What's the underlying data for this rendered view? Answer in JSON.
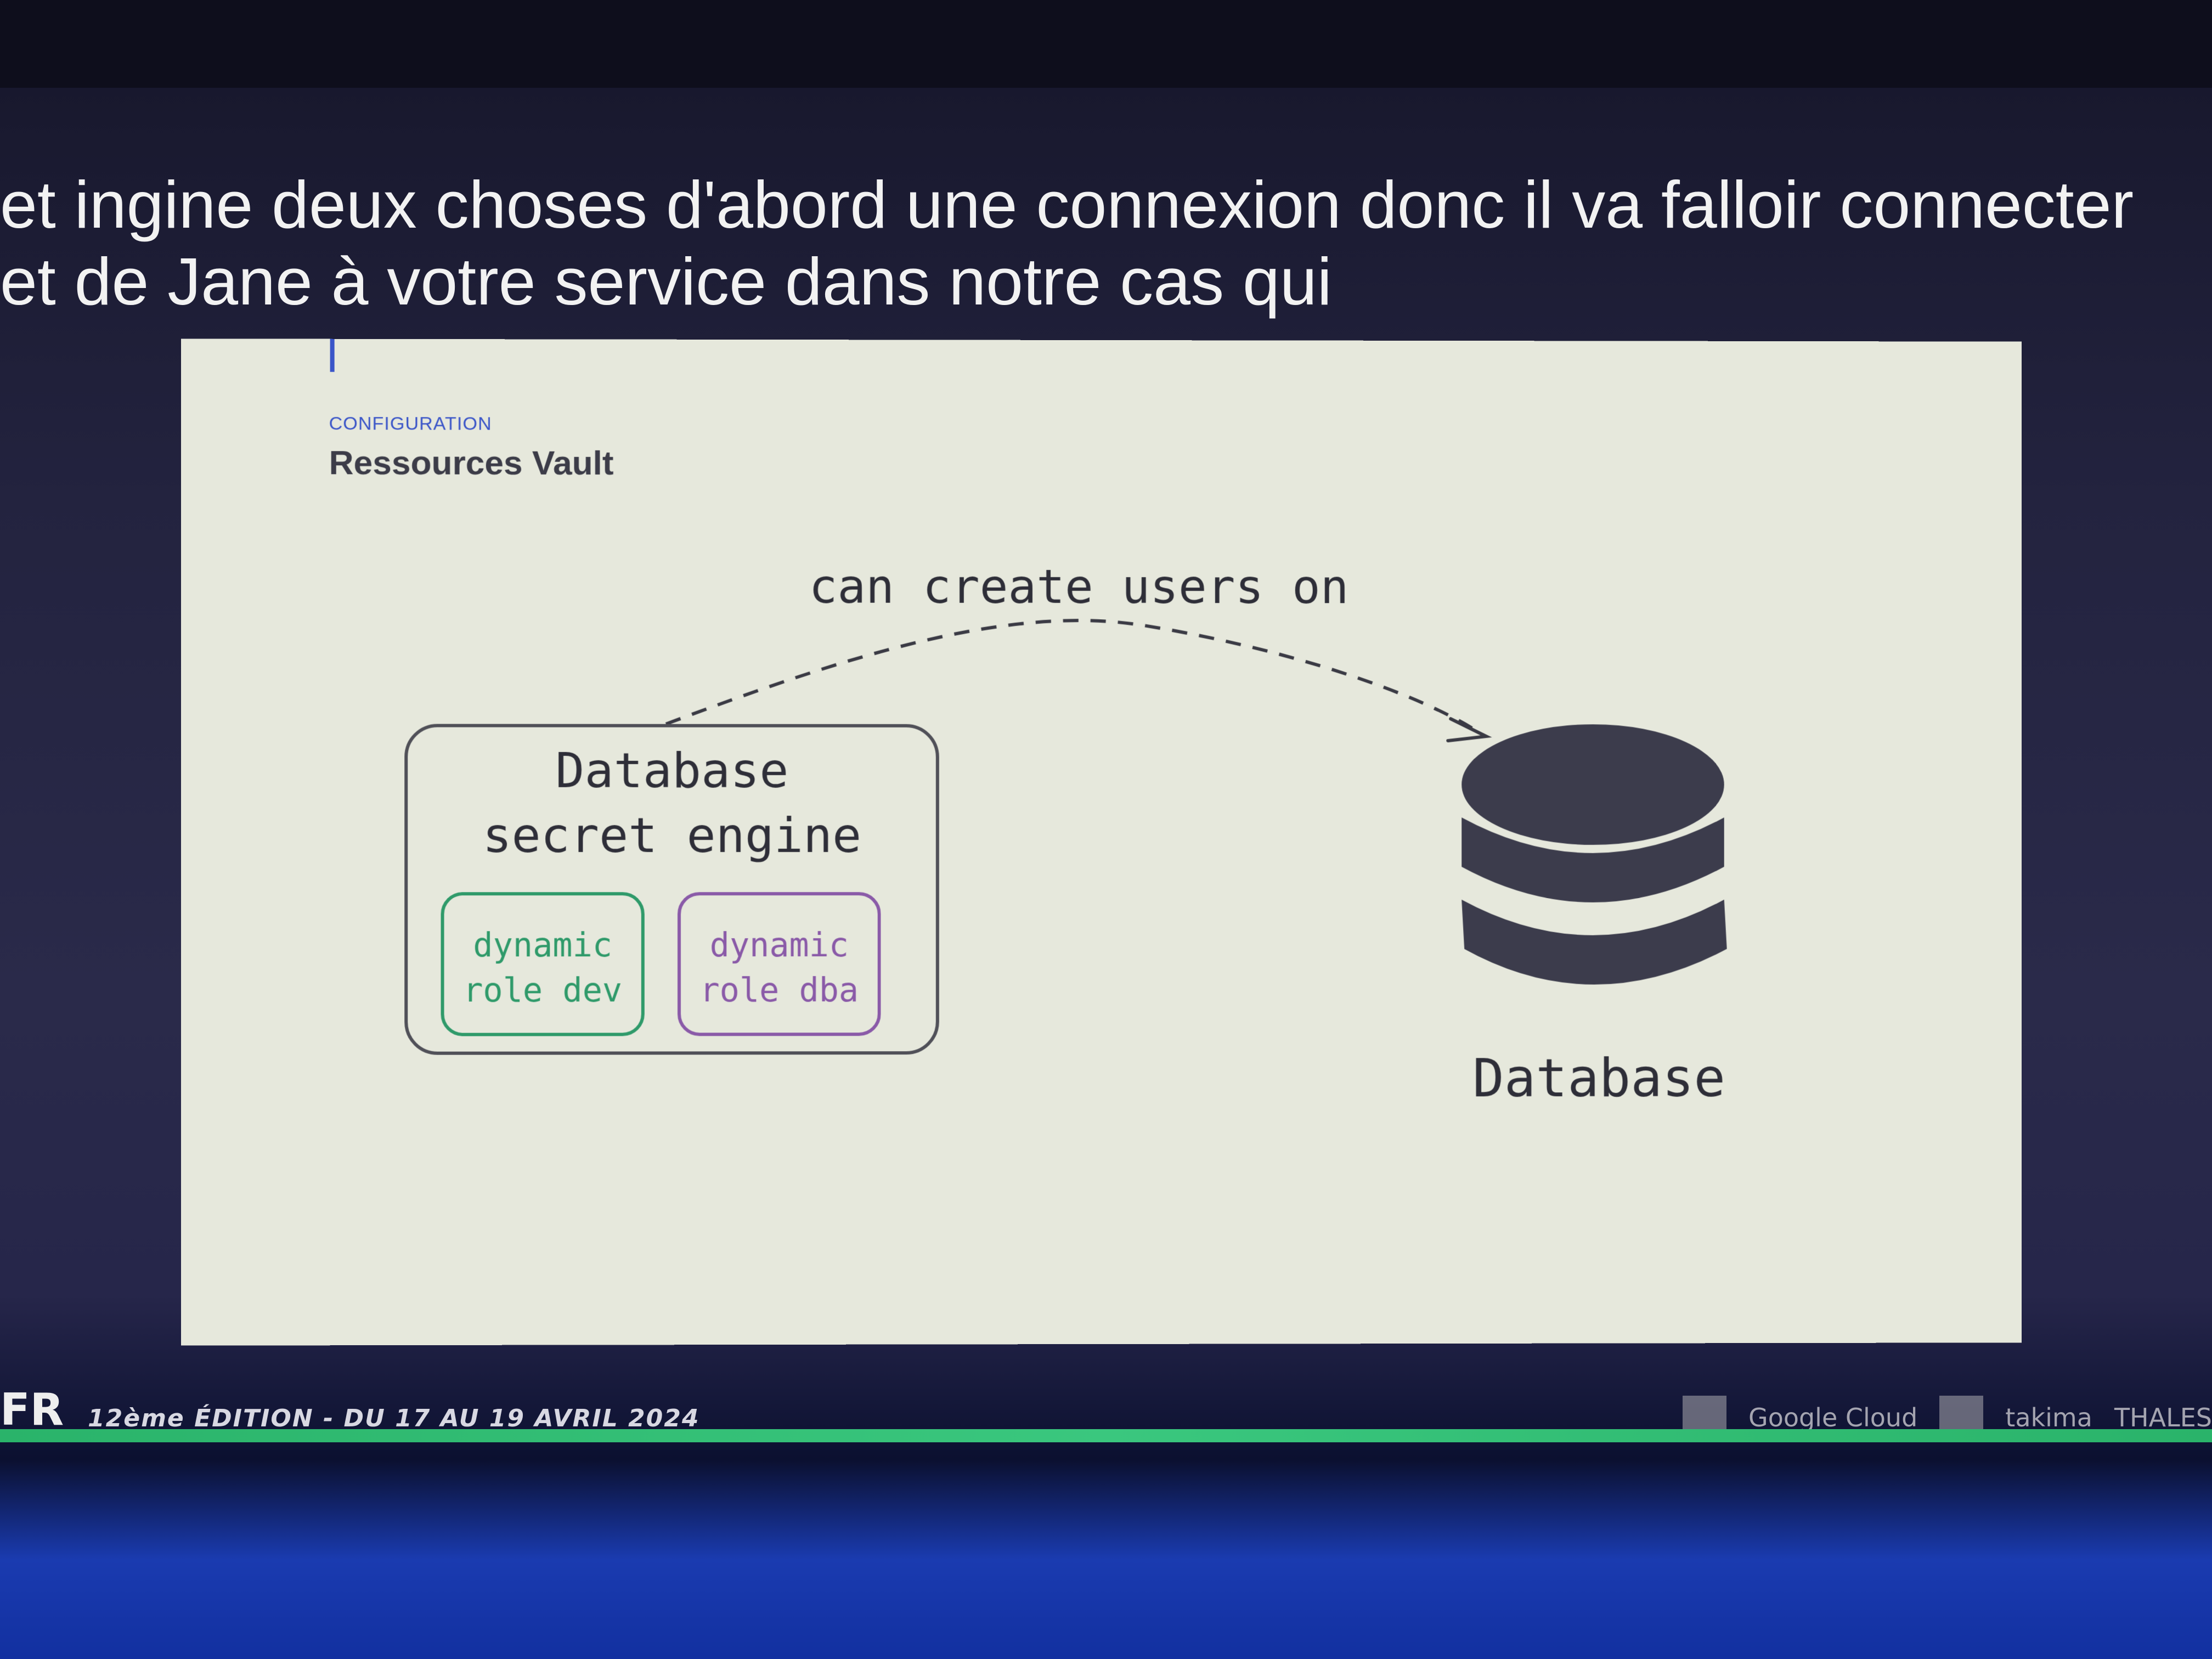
{
  "caption": {
    "line1": "et ingine deux choses d'abord une connexion donc il va falloir connecter",
    "line2": "et de Jane à votre service dans notre cas qui"
  },
  "slide": {
    "section": "CONFIGURATION",
    "title": "Ressources Vault",
    "edge_label": "can create users on",
    "engine": {
      "line1": "Database",
      "line2": "secret engine",
      "roles": [
        {
          "line1": "dynamic",
          "line2": "role dev",
          "color": "#2f9a6a"
        },
        {
          "line1": "dynamic",
          "line2": "role dba",
          "color": "#8a5aa8"
        }
      ]
    },
    "database_label": "Database",
    "database_icon": "database-cylinder-icon"
  },
  "footer": {
    "brand": "FR",
    "edition": "12ème ÉDITION - DU 17 AU 19 AVRIL 2024",
    "sponsors": [
      "Google Cloud",
      "takima",
      "THALES"
    ]
  }
}
